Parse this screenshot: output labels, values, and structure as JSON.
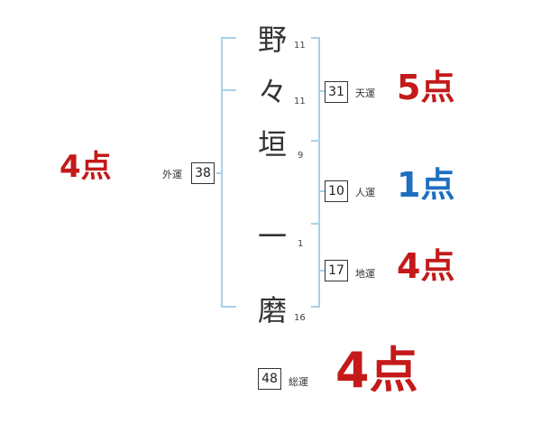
{
  "name_chars": [
    {
      "char": "野",
      "strokes": "11"
    },
    {
      "char": "々",
      "strokes": "11"
    },
    {
      "char": "垣",
      "strokes": "9"
    },
    {
      "char": "一",
      "strokes": "1"
    },
    {
      "char": "磨",
      "strokes": "16"
    }
  ],
  "fortunes": {
    "gaiun": {
      "label": "外運",
      "value": "38",
      "score": "4点"
    },
    "tenun": {
      "label": "天運",
      "value": "31",
      "score": "5点"
    },
    "jinun": {
      "label": "人運",
      "value": "10",
      "score": "1点"
    },
    "chiun": {
      "label": "地運",
      "value": "17",
      "score": "4点"
    },
    "souun": {
      "label": "総運",
      "value": "48",
      "score": "4点"
    }
  },
  "colors": {
    "bracket": "#a9d1e8",
    "score_red": "#c41a1a",
    "score_blue": "#1f6fc0"
  }
}
